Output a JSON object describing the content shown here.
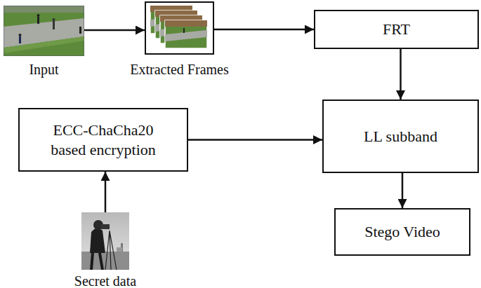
{
  "diagram": {
    "nodes": [
      {
        "text": [
          "Input"
        ]
      },
      {
        "text": [
          "Extracted Frames"
        ]
      },
      {
        "text": [
          "FRT"
        ]
      },
      {
        "text": [
          "ECC-ChaCha20 based encryption"
        ]
      },
      {
        "text": [
          "LL subband"
        ]
      },
      {
        "text": [
          "Stego Video"
        ]
      },
      {
        "text": [
          "Secret data"
        ]
      }
    ],
    "edges": [
      {
        "from": 0,
        "to": 1,
        "arrow": "to"
      },
      {
        "from": 1,
        "to": 2,
        "arrow": "to"
      },
      {
        "from": 2,
        "to": 4,
        "arrow": "to"
      },
      {
        "from": 3,
        "to": 4,
        "arrow": "to"
      },
      {
        "from": 4,
        "to": 5,
        "arrow": "to"
      },
      {
        "from": 6,
        "to": 3,
        "arrow": "to"
      }
    ]
  }
}
